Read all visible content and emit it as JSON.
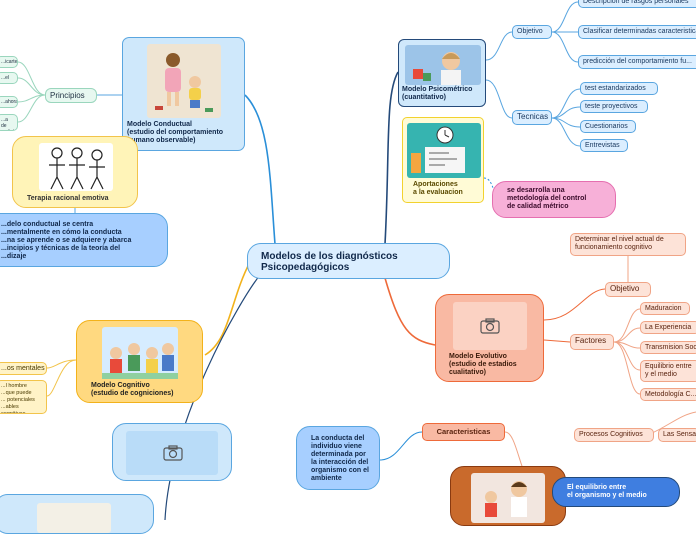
{
  "center": {
    "title": "Modelos de los diagnósticos\nPsicopedagógicos"
  },
  "conductual": {
    "title": "Modelo Conductual\n(estudio del comportamiento\nhumano observable)",
    "principios_label": "Principios",
    "principios_items": [
      "...icarte",
      "...el",
      "...ahora",
      "...a de\n...ctista"
    ],
    "terapia": "Terapia racional emotiva",
    "nota": "...delo conductual se centra\n...mentalmente en cómo la conducta\n...na se aprende o se adquiere y abarca\n...incipios y técnicas de la teoría del\n...dizaje"
  },
  "cognitivo": {
    "title": "Modelo Cognitivo\n(estudio de cogniciones)",
    "items": [
      "...os mentales",
      "...l hombre\n...que puede\n... potenciales\n...ables cognitivas"
    ]
  },
  "psicometrico": {
    "title": "Modelo Psicométrico\n(cuantitativo)",
    "objetivo_label": "Objetivo",
    "objetivo_items": [
      "Descripción de rasgos personales",
      "Clasificar determinadas caracteristicas",
      "predicción del comportamiento fu..."
    ],
    "tecnicas_label": "Tecnicas",
    "tecnicas_items": [
      "test estandarizados",
      "teste proyectivos",
      "Cuestionarios",
      "Entrevistas"
    ]
  },
  "aportaciones": {
    "title": "Aportaciones\na la evaluacion",
    "nota": "se desarrolla una\nmetodología del control\nde calidad métrico"
  },
  "evolutivo": {
    "title": "Modelo Evolutivo\n(estudio de estadios\n cualitativo)",
    "objetivo_label": "Objetivo",
    "objetivo_text": "Determinar el nivel actual de\nfuncionamiento cognitivo",
    "factores_label": "Factores",
    "factores_items": [
      "Maduracion",
      "La Experiencia",
      "Transmision Soci...",
      "Equilibrio entre\ny el medio",
      "Metodología C..."
    ]
  },
  "interaccion": {
    "nota": "La conducta del\nindividuo viene\ndeterminada por\nla interacción del\norganismo con el\nambiente",
    "caracteristicas_label": "Caracteristicas",
    "procesos": "Procesos Cognitivos",
    "sensaciones": "Las Sensa...",
    "equilibrio": "El equilibrio entre\nel organismo y el medio"
  },
  "colors": {
    "blue_line": "#2a8fd8",
    "orange_line": "#ee6a3a",
    "yellow_line": "#f2b21b",
    "dark_line": "#244a7a"
  }
}
